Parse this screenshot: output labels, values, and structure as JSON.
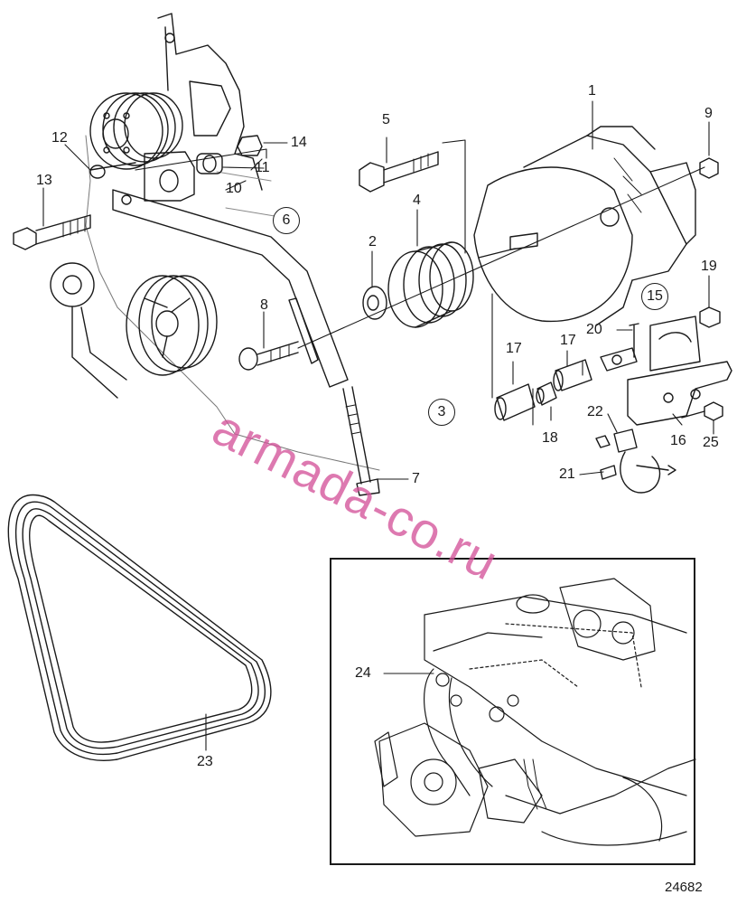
{
  "figure_number": "24682",
  "watermark": "armada-co.ru",
  "callouts": {
    "c1": "1",
    "c2": "2",
    "c4": "4",
    "c5": "5",
    "c7": "7",
    "c8": "8",
    "c9": "9",
    "c10": "10",
    "c11": "11",
    "c12": "12",
    "c13": "13",
    "c14": "14",
    "c16": "16",
    "c17a": "17",
    "c17b": "17",
    "c18": "18",
    "c19": "19",
    "c20": "20",
    "c21": "21",
    "c22": "22",
    "c23": "23",
    "c24": "24",
    "c25": "25"
  },
  "circled": {
    "c3": "3",
    "c6": "6",
    "c15": "15"
  }
}
